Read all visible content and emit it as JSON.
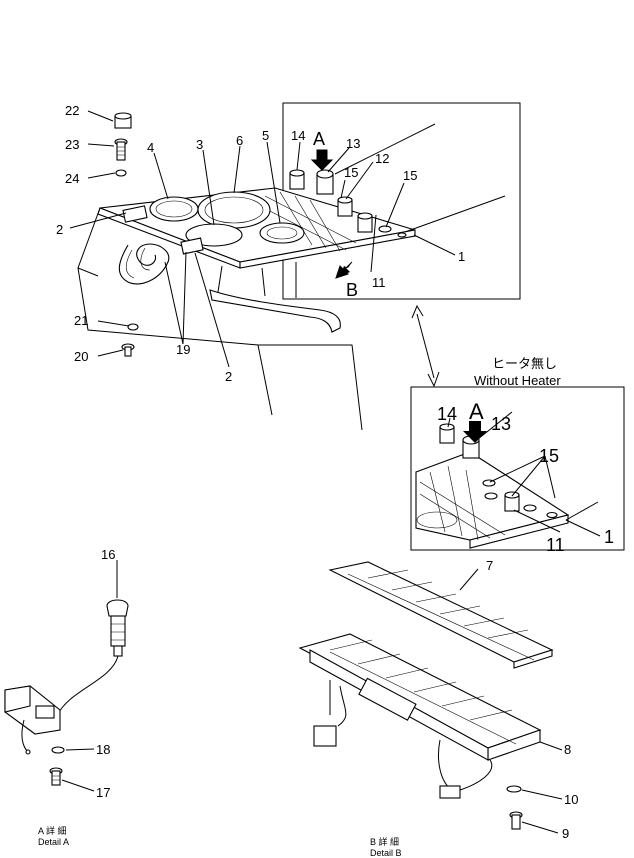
{
  "callouts": {
    "n1": "1",
    "n2": "2",
    "n3": "3",
    "n4": "4",
    "n5": "5",
    "n6": "6",
    "n7": "7",
    "n8": "8",
    "n9": "9",
    "n10": "10",
    "n11": "11",
    "n12": "12",
    "n13": "13",
    "n14": "14",
    "n15": "15",
    "n16": "16",
    "n17": "17",
    "n18": "18",
    "n19": "19",
    "n20": "20",
    "n21": "21",
    "n22": "22",
    "n23": "23",
    "n24": "24"
  },
  "view_markers": {
    "a": "A",
    "b": "B"
  },
  "inset": {
    "title_jp": "ヒータ無し",
    "title_en": "Without Heater"
  },
  "captions": {
    "detail_a_jp": "A 詳 細",
    "detail_a_en": "Detail A",
    "detail_b_jp": "B 詳 細",
    "detail_b_en": "Detail B"
  }
}
